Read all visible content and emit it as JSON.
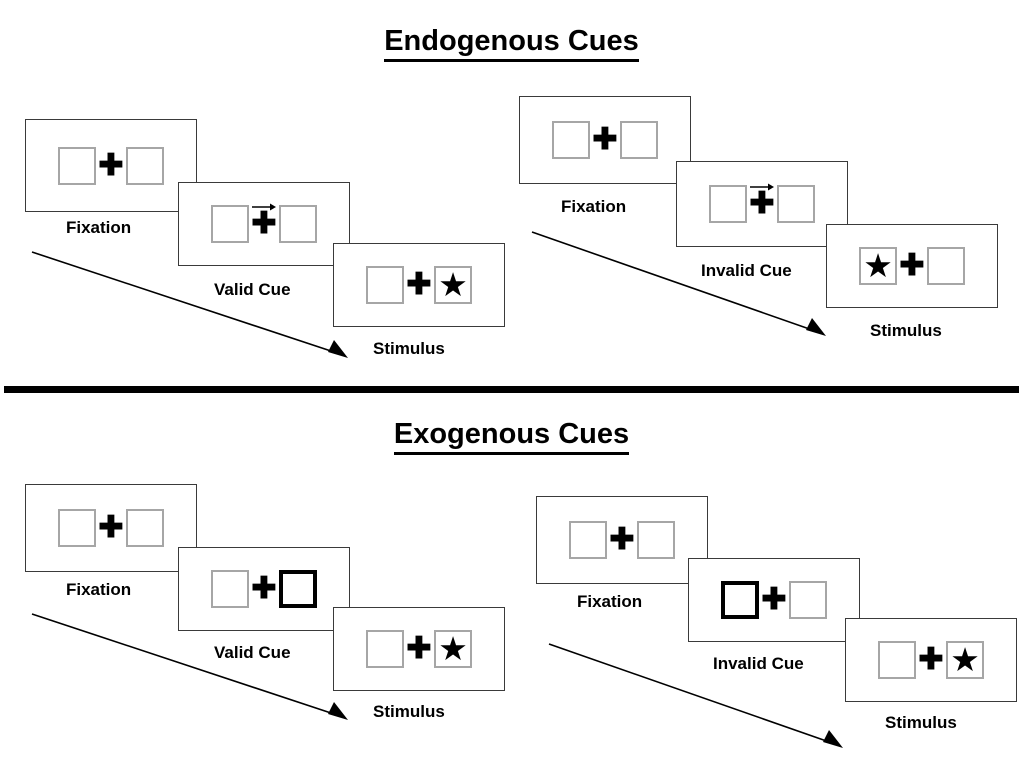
{
  "figure": {
    "sections": [
      {
        "id": "endogenous",
        "title": "Endogenous Cues",
        "sequences": [
          {
            "id": "endogenous-valid",
            "panels": [
              {
                "caption": "Fixation",
                "left_cell": "empty",
                "right_cell": "empty",
                "cue": "none",
                "cue_direction": ""
              },
              {
                "caption": "Valid Cue",
                "left_cell": "empty",
                "right_cell": "empty",
                "cue": "arrow",
                "cue_direction": "right"
              },
              {
                "caption": "Stimulus",
                "left_cell": "empty",
                "right_cell": "star",
                "cue": "none",
                "cue_direction": ""
              }
            ]
          },
          {
            "id": "endogenous-invalid",
            "panels": [
              {
                "caption": "Fixation",
                "left_cell": "empty",
                "right_cell": "empty",
                "cue": "none",
                "cue_direction": ""
              },
              {
                "caption": "Invalid Cue",
                "left_cell": "empty",
                "right_cell": "empty",
                "cue": "arrow",
                "cue_direction": "right"
              },
              {
                "caption": "Stimulus",
                "left_cell": "star",
                "right_cell": "empty",
                "cue": "none",
                "cue_direction": ""
              }
            ]
          }
        ]
      },
      {
        "id": "exogenous",
        "title": "Exogenous Cues",
        "sequences": [
          {
            "id": "exogenous-valid",
            "panels": [
              {
                "caption": "Fixation",
                "left_cell": "empty",
                "right_cell": "empty",
                "cue": "none",
                "cue_direction": ""
              },
              {
                "caption": "Valid Cue",
                "left_cell": "empty",
                "right_cell": "empty-bold",
                "cue": "box-flash",
                "cue_direction": "right"
              },
              {
                "caption": "Stimulus",
                "left_cell": "empty",
                "right_cell": "star",
                "cue": "none",
                "cue_direction": ""
              }
            ]
          },
          {
            "id": "exogenous-invalid",
            "panels": [
              {
                "caption": "Fixation",
                "left_cell": "empty",
                "right_cell": "empty",
                "cue": "none",
                "cue_direction": ""
              },
              {
                "caption": "Invalid Cue",
                "left_cell": "empty-bold",
                "right_cell": "empty",
                "cue": "box-flash",
                "cue_direction": "left"
              },
              {
                "caption": "Stimulus",
                "left_cell": "empty",
                "right_cell": "star",
                "cue": "none",
                "cue_direction": ""
              }
            ]
          }
        ]
      }
    ],
    "glyphs": {
      "fixation_cross": "✚",
      "target_star": "★"
    },
    "colors": {
      "panel_border": "#3a3a3a",
      "cell_border": "#a6a6a6",
      "cue_border": "#000000",
      "ink": "#000000",
      "background": "#ffffff"
    }
  }
}
